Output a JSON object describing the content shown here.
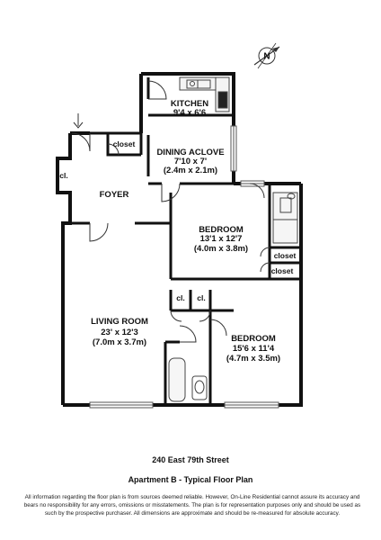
{
  "rooms": {
    "kitchen": {
      "name": "KITCHEN",
      "dims": "9'4 x 6'6"
    },
    "dining_alcove": {
      "name": "DINING ACLOVE",
      "dims": "7'10 x 7'",
      "metric": "(2.4m x 2.1m)"
    },
    "foyer": {
      "name": "FOYER"
    },
    "bedroom1": {
      "name": "BEDROOM",
      "dims": "13'1 x 12'7",
      "metric": "(4.0m x 3.8m)"
    },
    "living_room": {
      "name": "LIVING ROOM",
      "dims": "23' x 12'3",
      "metric": "(7.0m x 3.7m)"
    },
    "bedroom2": {
      "name": "BEDROOM",
      "dims": "15'6 x 11'4",
      "metric": "(4.7m x 3.5m)"
    }
  },
  "closets": {
    "foyer_closet": "closet",
    "entry_closet": "cl.",
    "bath_closet_upper": "closet",
    "bath_closet_lower": "closet",
    "hall_closet_left": "cl.",
    "hall_closet_right": "cl."
  },
  "compass": {
    "letter": "N"
  },
  "caption": {
    "address": "240 East 79th Street",
    "plan_title": "Apartment B - Typical Floor Plan"
  },
  "disclaimer": "All information regarding the floor plan is from sources deemed reliable. However, On-Line Residential cannot assure its accuracy and bears no responsibility for any errors, omissions or misstatements. The plan is for representation purposes only and should be used as such by the prospective purchaser. All dimensions are approximate and should be re-measured for absolute accuracy."
}
